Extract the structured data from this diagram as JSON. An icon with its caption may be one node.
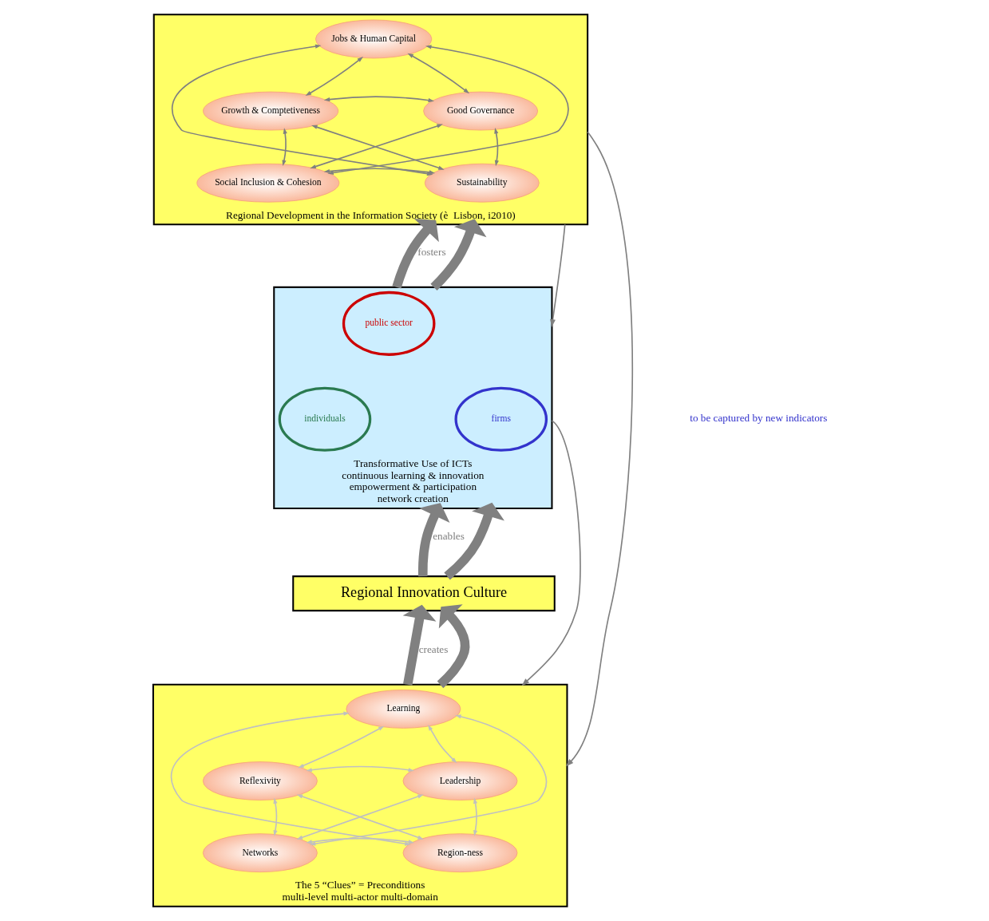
{
  "diagram": {
    "nodes": [
      {
        "text": [
          "Regional Development in the Information Society (è  Lisbon, i2010)"
        ]
      },
      {
        "text": [
          "Jobs & Human Capital"
        ],
        "in": 0
      },
      {
        "text": [
          "Growth & Comptetiveness"
        ],
        "in": 0
      },
      {
        "text": [
          "Good Governance"
        ],
        "in": 0
      },
      {
        "text": [
          "Social Inclusion & Cohesion"
        ],
        "in": 0
      },
      {
        "text": [
          "Sustainability"
        ],
        "in": 0
      },
      {
        "text": [
          "Transformative Use of ICTs",
          "continuous learning & innovation",
          "empowerment & participation",
          "network creation"
        ]
      },
      {
        "text": [
          "public sector"
        ],
        "in": 6
      },
      {
        "text": [
          "individuals"
        ],
        "in": 6
      },
      {
        "text": [
          "firms"
        ],
        "in": 6
      },
      {
        "text": [
          "Regional Innovation Culture"
        ]
      },
      {
        "text": [
          "The 5 “Clues” = Preconditions",
          "multi-level multi-actor multi-domain"
        ]
      },
      {
        "text": [
          "Learning"
        ],
        "in": 11
      },
      {
        "text": [
          "Reflexivity"
        ],
        "in": 11
      },
      {
        "text": [
          "Leadership"
        ],
        "in": 11
      },
      {
        "text": [
          "Networks"
        ],
        "in": 11
      },
      {
        "text": [
          "Region-ness"
        ],
        "in": 11
      }
    ],
    "edges": [
      {
        "from": 1,
        "to": 2,
        "arrow": "both"
      },
      {
        "from": 1,
        "to": 3,
        "arrow": "both"
      },
      {
        "from": 1,
        "to": 4,
        "arrow": "both"
      },
      {
        "from": 1,
        "to": 5,
        "arrow": "both"
      },
      {
        "from": 2,
        "to": 3,
        "arrow": "both"
      },
      {
        "from": 2,
        "to": 4,
        "arrow": "both"
      },
      {
        "from": 2,
        "to": 5,
        "arrow": "both"
      },
      {
        "from": 3,
        "to": 4,
        "arrow": "both"
      },
      {
        "from": 3,
        "to": 5,
        "arrow": "both"
      },
      {
        "from": 4,
        "to": 5,
        "arrow": "both"
      },
      {
        "from": 6,
        "to": 0,
        "arrow": "to",
        "style": "thick",
        "label": "fosters"
      },
      {
        "from": 6,
        "to": 0,
        "arrow": "to",
        "style": "thick"
      },
      {
        "from": 10,
        "to": 6,
        "arrow": "to",
        "style": "thick",
        "label": "enables"
      },
      {
        "from": 10,
        "to": 6,
        "arrow": "to",
        "style": "thick"
      },
      {
        "from": 11,
        "to": 10,
        "arrow": "to",
        "style": "thick",
        "label": "creates"
      },
      {
        "from": 11,
        "to": 10,
        "arrow": "to",
        "style": "thick"
      },
      {
        "from": 0,
        "to": 11,
        "arrow": "to"
      },
      {
        "from": 0,
        "to": 6,
        "arrow": "to"
      },
      {
        "from": 6,
        "to": 11,
        "arrow": "to"
      },
      {
        "from": 12,
        "to": 13,
        "arrow": "both",
        "color": "#c0c0c0"
      },
      {
        "from": 12,
        "to": 14,
        "arrow": "both",
        "color": "#c0c0c0"
      },
      {
        "from": 12,
        "to": 15,
        "arrow": "both",
        "color": "#c0c0c0"
      },
      {
        "from": 12,
        "to": 16,
        "arrow": "both",
        "color": "#c0c0c0"
      },
      {
        "from": 13,
        "to": 14,
        "arrow": "both",
        "color": "#c0c0c0"
      },
      {
        "from": 13,
        "to": 15,
        "arrow": "both",
        "color": "#c0c0c0"
      },
      {
        "from": 13,
        "to": 16,
        "arrow": "both",
        "color": "#c0c0c0"
      },
      {
        "from": 14,
        "to": 15,
        "arrow": "both",
        "color": "#c0c0c0"
      },
      {
        "from": 14,
        "to": 16,
        "arrow": "both",
        "color": "#c0c0c0"
      },
      {
        "from": 15,
        "to": 16,
        "arrow": "both",
        "color": "#c0c0c0"
      }
    ],
    "labels": [
      "to be captured by new indicators"
    ]
  }
}
